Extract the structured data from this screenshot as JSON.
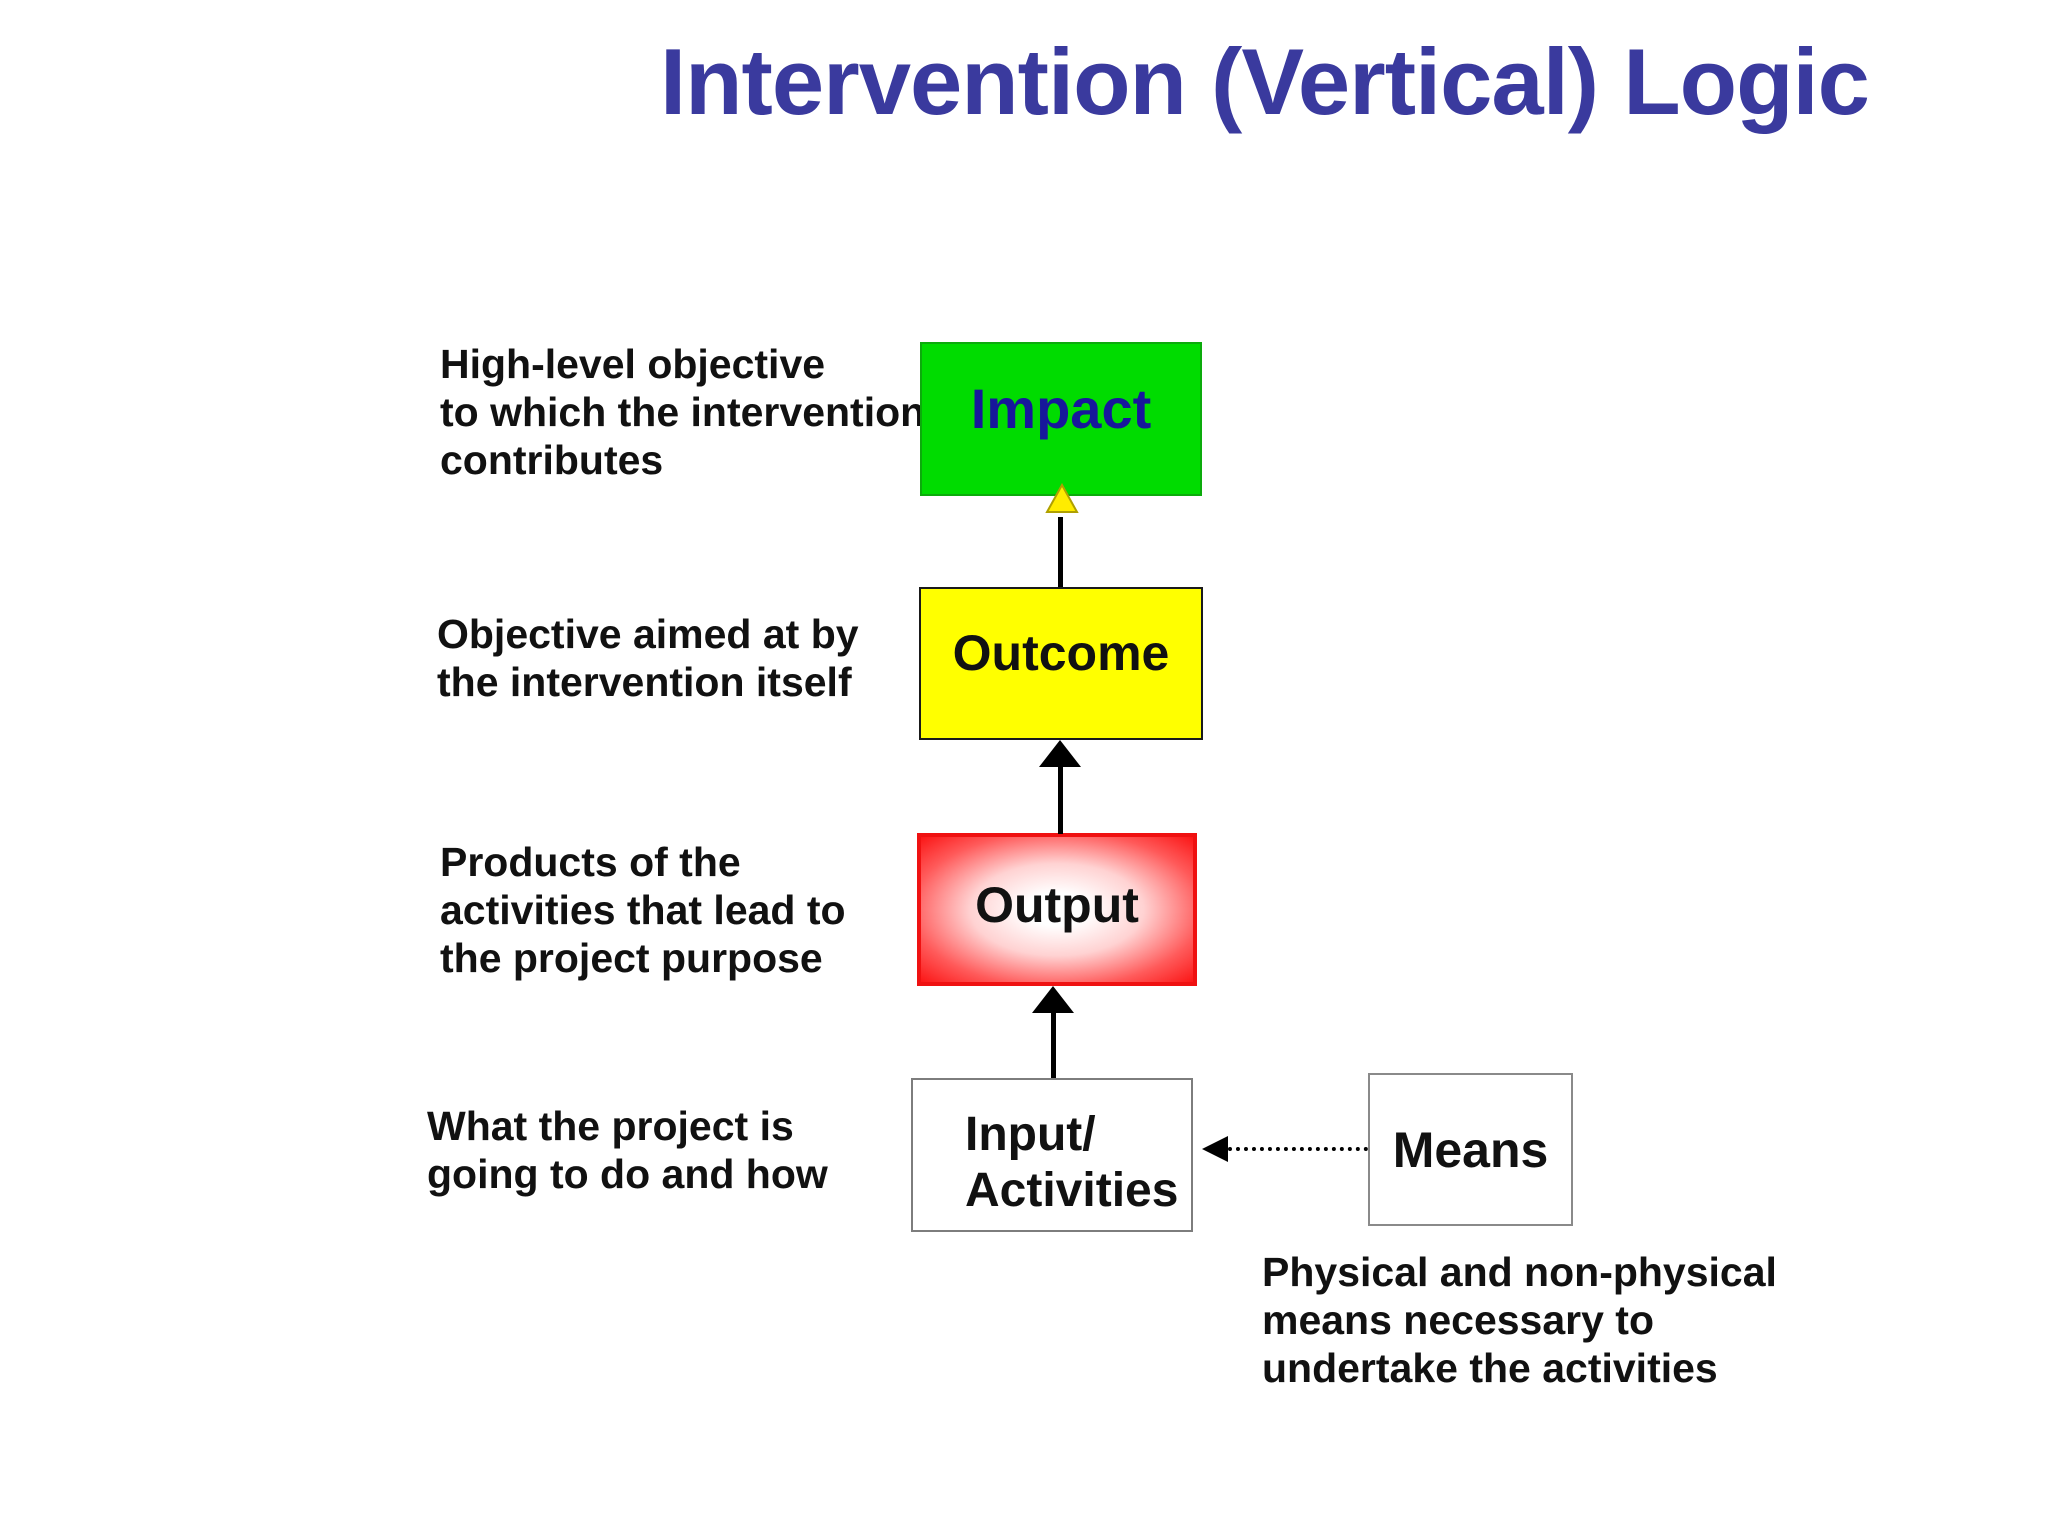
{
  "slide": {
    "title": "Intervention (Vertical) Logic"
  },
  "boxes": {
    "impact": "Impact",
    "outcome": "Outcome",
    "output": "Output",
    "input_activities": "Input/\nActivities",
    "means": "Means"
  },
  "notes": {
    "impact": "High-level objective\nto which the intervention\ncontributes",
    "outcome": "Objective aimed at by\nthe intervention itself",
    "output": "Products of the\nactivities that lead to\nthe project purpose",
    "input": "What the project is\ngoing to do and how",
    "means": "Physical and non-physical\nmeans necessary to\nundertake the activities"
  },
  "connectors": [
    {
      "name": "outcome-to-impact",
      "line": "solid",
      "head": "yellow-hollow-triangle-up"
    },
    {
      "name": "output-to-outcome",
      "line": "solid",
      "head": "black-triangle-up"
    },
    {
      "name": "input-to-output",
      "line": "solid",
      "head": "black-triangle-up"
    },
    {
      "name": "means-to-input",
      "line": "dotted",
      "head": "black-triangle-left"
    }
  ],
  "colors": {
    "title-blue": "#3A3A9E",
    "impact-text-blue": "#17179B",
    "impact-green": "#00DC00",
    "outcome-yellow": "#FFFF00",
    "output-red": "#EF1111",
    "arrow-black": "#000000",
    "triangle-yellow": "#FFEC00"
  }
}
